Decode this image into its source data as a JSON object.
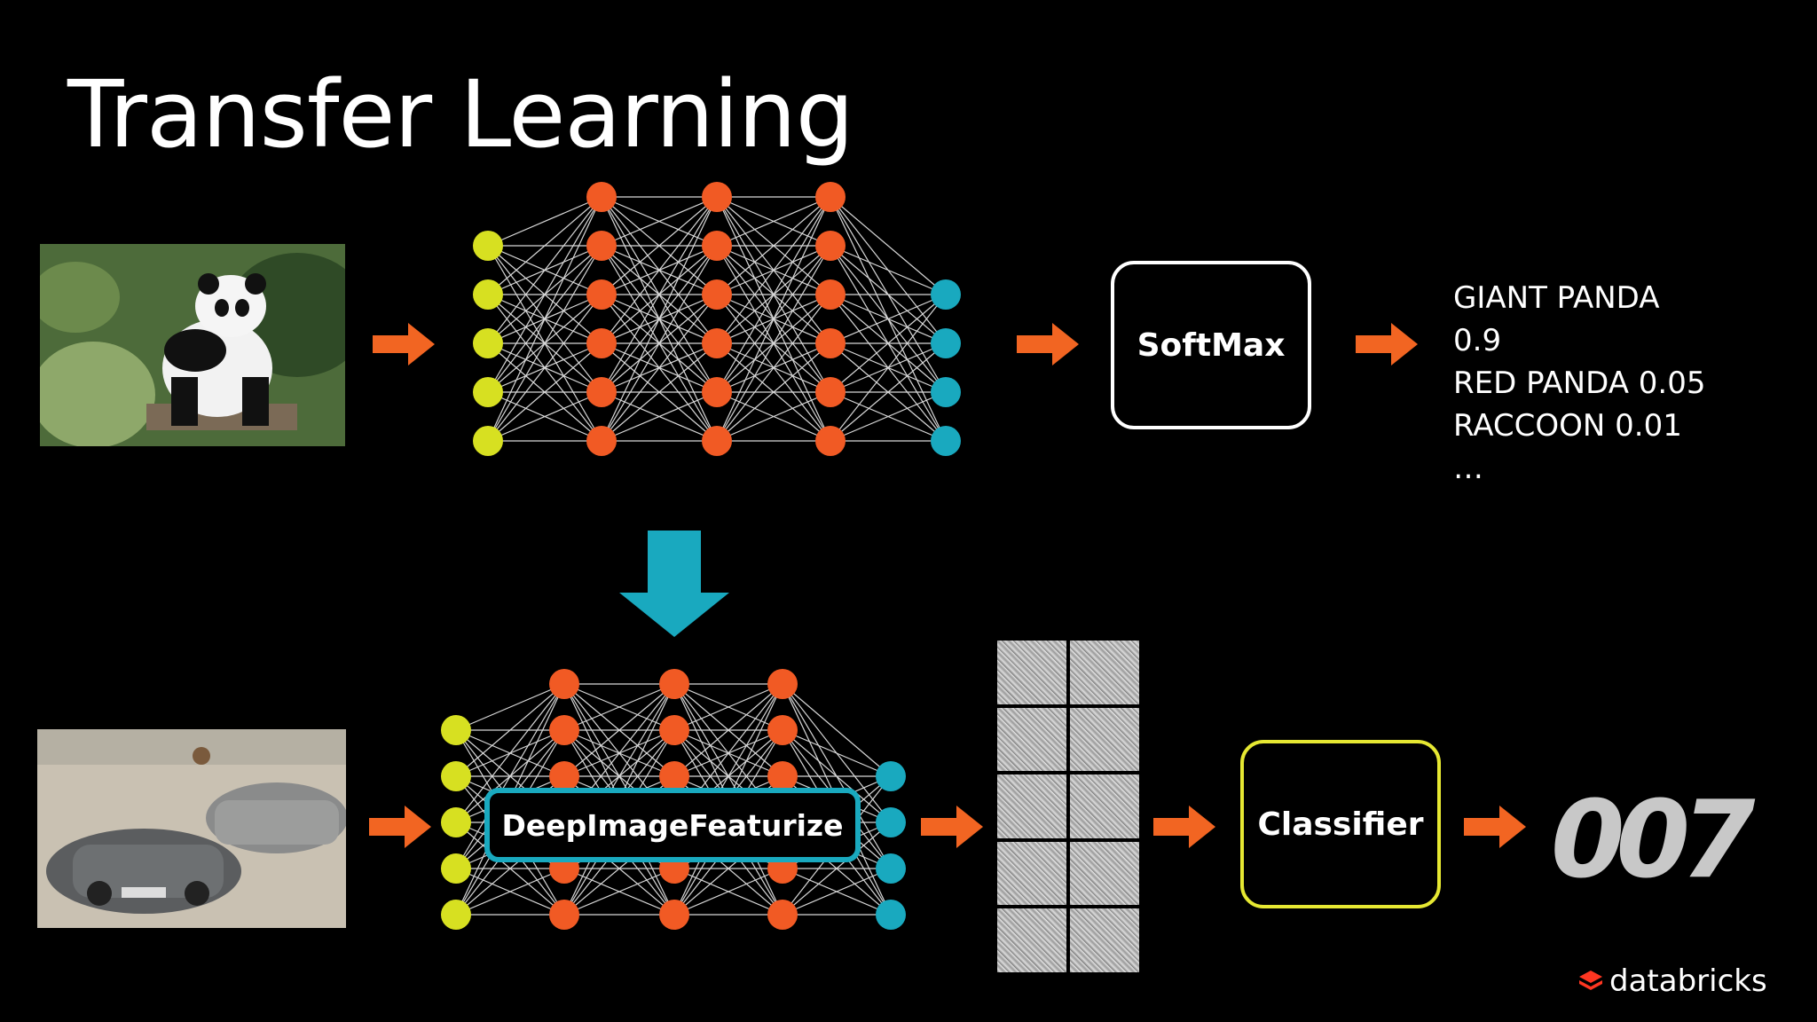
{
  "title": "Transfer Learning",
  "softmax_label": "SoftMax",
  "classifier_label": "Classifier",
  "featurizer_label": "DeepImageFeaturize",
  "results": [
    "GIANT PANDA",
    "0.9",
    "RED PANDA 0.05",
    "RACCOON 0.01",
    "…"
  ],
  "bond_logo": "007",
  "brand": "databricks",
  "colors": {
    "input_node": "#d7e021",
    "hidden_node": "#f15a24",
    "output_node": "#19a9bf",
    "arrow": "#f26522",
    "big_arrow": "#19a9bf",
    "classifier_border": "#e6e832"
  },
  "icons": [
    "panda-photo",
    "cars-photo",
    "feature-maps-image",
    "007-logo",
    "databricks-logo-icon"
  ]
}
